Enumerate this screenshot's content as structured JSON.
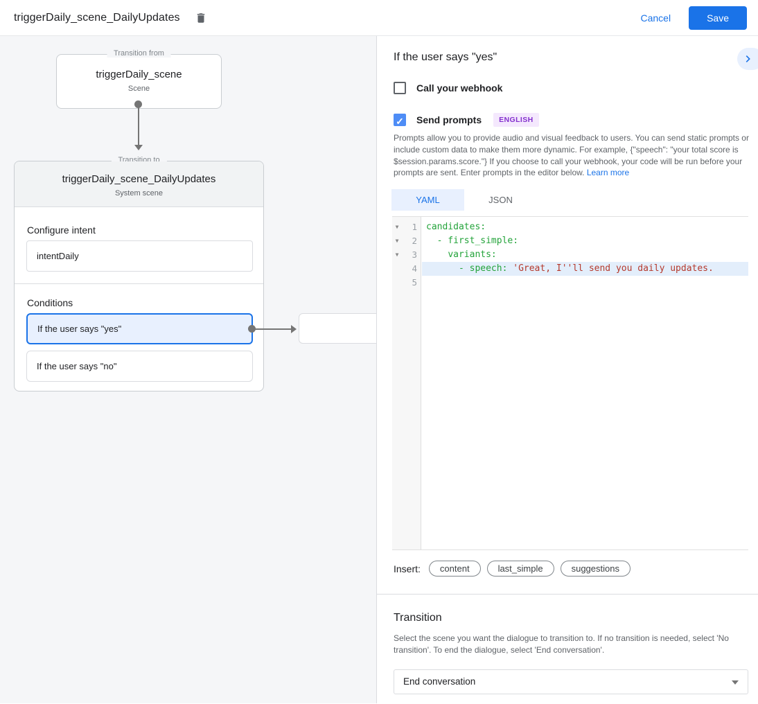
{
  "topbar": {
    "title": "triggerDaily_scene_DailyUpdates",
    "cancel_label": "Cancel",
    "save_label": "Save"
  },
  "flow": {
    "from_label": "Transition from",
    "from_title": "triggerDaily_scene",
    "from_subtitle": "Scene",
    "to_label": "Transition to",
    "to_title": "triggerDaily_scene_DailyUpdates",
    "to_subtitle": "System scene",
    "configure_intent_label": "Configure intent",
    "intent_value": "intentDaily",
    "conditions_label": "Conditions",
    "conditions": [
      {
        "label": "If the user says \"yes\"",
        "selected": true
      },
      {
        "label": "If the user says \"no\"",
        "selected": false
      }
    ]
  },
  "detail": {
    "title": "If the user says \"yes\"",
    "webhook_label": "Call your webhook",
    "webhook_checked": false,
    "prompts_label": "Send prompts",
    "prompts_checked": true,
    "language_badge": "ENGLISH",
    "description": "Prompts allow you to provide audio and visual feedback to users. You can send static prompts or include custom data to make them more dynamic. For example, {\"speech\": \"your total score is $session.params.score.\"} If you choose to call your webhook, your code will be run before your prompts are sent. Enter prompts in the editor below. ",
    "learn_more_label": "Learn more",
    "tabs": [
      {
        "label": "YAML",
        "active": true
      },
      {
        "label": "JSON",
        "active": false
      }
    ],
    "editor": {
      "lines": [
        {
          "number": 1,
          "fold": true,
          "active": false,
          "tokens": [
            [
              "key",
              "candidates:"
            ]
          ]
        },
        {
          "number": 2,
          "fold": true,
          "active": false,
          "tokens": [
            [
              "plain",
              "  "
            ],
            [
              "key",
              "- first_simple:"
            ]
          ]
        },
        {
          "number": 3,
          "fold": true,
          "active": false,
          "tokens": [
            [
              "plain",
              "    "
            ],
            [
              "key",
              "variants:"
            ]
          ]
        },
        {
          "number": 4,
          "fold": false,
          "active": true,
          "tokens": [
            [
              "plain",
              "      "
            ],
            [
              "key",
              "- speech:"
            ],
            [
              "plain",
              " "
            ],
            [
              "str",
              "'Great, I''ll send you daily updates."
            ]
          ]
        },
        {
          "number": 5,
          "fold": false,
          "active": false,
          "tokens": []
        }
      ]
    },
    "insert_label": "Insert:",
    "insert_chips": [
      "content",
      "last_simple",
      "suggestions"
    ]
  },
  "transition": {
    "heading": "Transition",
    "description": "Select the scene you want the dialogue to transition to. If no transition is needed, select 'No transition'. To end the dialogue, select 'End conversation'.",
    "selected_option": "End conversation"
  },
  "colors": {
    "accent_blue": "#1a73e8",
    "selected_condition_bg": "#e8f0fe",
    "checkbox_checked": "#4e8df6",
    "badge_bg": "#f4e8fd",
    "badge_text": "#8430ce",
    "active_line_bg": "#e3eefb",
    "code": {
      "key": "#23a33a",
      "str": "#b5392c",
      "plain": "#444444"
    }
  }
}
